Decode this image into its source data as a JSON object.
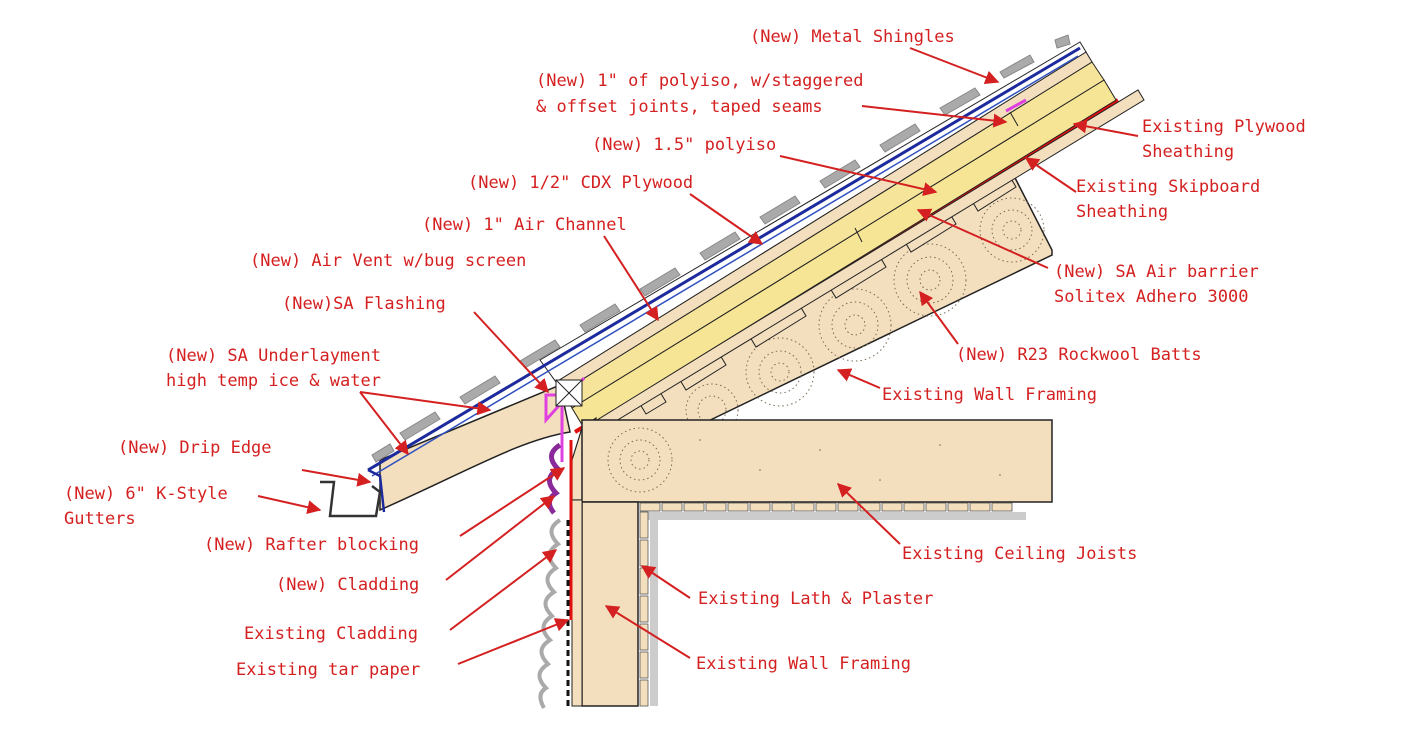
{
  "labels": {
    "metal_shingles": "(New) Metal Shingles",
    "polyiso_1in_a": "(New) 1\" of polyiso, w/staggered",
    "polyiso_1in_b": "& offset joints, taped seams",
    "existing_plywood_a": "Existing Plywood",
    "existing_plywood_b": "Sheathing",
    "polyiso_15": "(New) 1.5\" polyiso",
    "existing_skipboard_a": "Existing Skipboard",
    "existing_skipboard_b": "Sheathing",
    "cdx_plywood": "(New) 1/2\" CDX Plywood",
    "air_channel": "(New) 1\" Air Channel",
    "air_vent": "(New) Air Vent w/bug screen",
    "sa_air_barrier_a": "(New) SA Air barrier",
    "sa_air_barrier_b": "Solitex Adhero 3000",
    "sa_flashing": "(New)SA Flashing",
    "rockwool": "(New) R23 Rockwool Batts",
    "sa_underlayment_a": "(New) SA Underlayment",
    "sa_underlayment_b": "high temp ice & water",
    "existing_wall_framing_top": "Existing Wall Framing",
    "drip_edge": "(New) Drip Edge",
    "gutters_a": "(New) 6\" K-Style",
    "gutters_b": "Gutters",
    "rafter_blocking": "(New) Rafter blocking",
    "ceiling_joists": "Existing Ceiling Joists",
    "new_cladding": "(New) Cladding",
    "lath_plaster": "Existing Lath & Plaster",
    "existing_cladding": "Existing Cladding",
    "existing_wall_framing_bottom": "Existing Wall Framing",
    "tar_paper": "Existing tar paper"
  },
  "colors": {
    "label_text": "#d42020",
    "leader_line": "#d42020",
    "wood": "#f3dfbe",
    "polyiso": "#f7e596",
    "metal_shingles": "#1d2a9e",
    "sa_flashing": "#e040e0",
    "air_barrier": "#e01010",
    "existing_cladding": "#aaaaaa",
    "new_cladding": "#8a2a9a"
  }
}
